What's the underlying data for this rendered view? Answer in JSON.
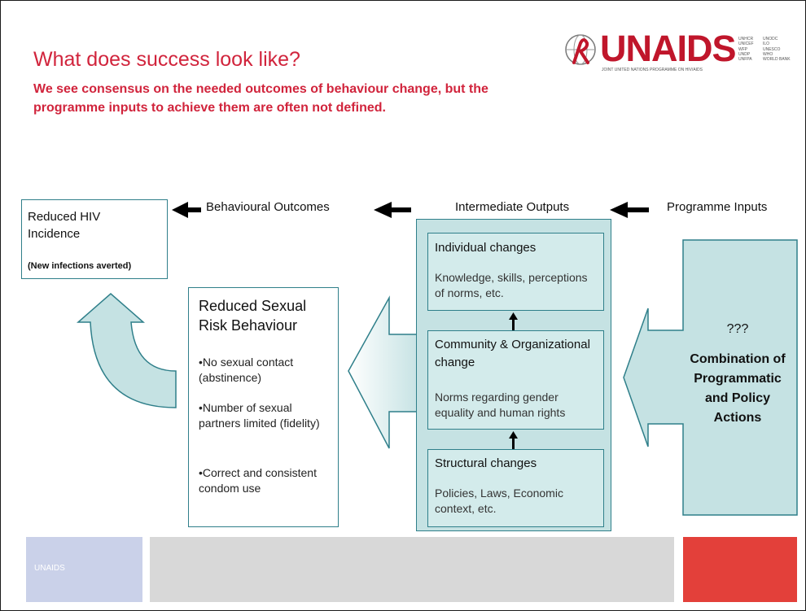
{
  "title": "What does success look like?",
  "subtitle": "We see consensus on the needed outcomes of behaviour change, but the programme inputs to achieve them are often not defined.",
  "logo": {
    "wordmark": "UNAIDS",
    "tagline": "JOINT UNITED NATIONS PROGRAMME ON HIV/AIDS",
    "cosponsors_col1": "UNHCR\nUNICEF\nWFP\nUNDP\nUNFPA",
    "cosponsors_col2": "UNODC\nILO\nUNESCO\nWHO\nWORLD BANK"
  },
  "colors": {
    "title_red": "#d1243c",
    "teal_border": "#2f7f8a",
    "teal_fill": "#c5e2e3",
    "footer_blue": "#cad1e9",
    "footer_grey": "#d8d8d8",
    "footer_red": "#e3403a"
  },
  "headers": {
    "behavioural_outcomes": "Behavioural Outcomes",
    "intermediate_outputs": "Intermediate Outputs",
    "programme_inputs": "Programme Inputs"
  },
  "reduced_hiv": {
    "title": "Reduced HIV Incidence",
    "note": "(New infections averted)"
  },
  "reduced_sexual": {
    "heading": "Reduced Sexual Risk Behaviour",
    "bullets": [
      "•No sexual contact (abstinence)",
      "•Number of sexual partners limited (fidelity)",
      "•Correct and consistent condom use"
    ]
  },
  "intermediate": {
    "individual": {
      "heading": "Individual changes",
      "detail": "Knowledge, skills, perceptions of norms, etc."
    },
    "community": {
      "heading": "Community & Organizational change",
      "detail": "Norms regarding gender equality and human rights"
    },
    "structural": {
      "heading": "Structural changes",
      "detail": "Policies, Laws, Economic context, etc."
    }
  },
  "programme": {
    "unknown": "???",
    "description": "Combination of Programmatic and Policy Actions"
  },
  "footer": {
    "label": "UNAIDS"
  }
}
